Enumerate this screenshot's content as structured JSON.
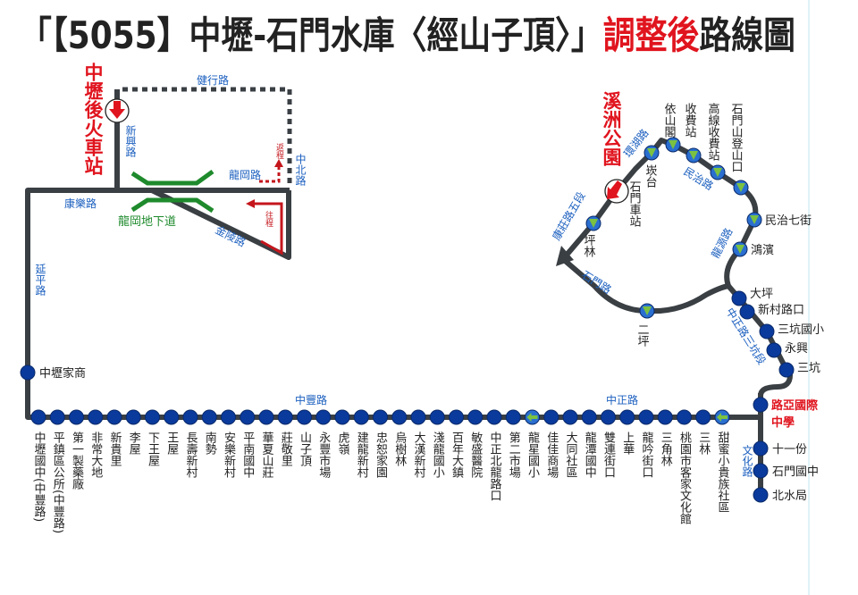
{
  "title": {
    "part1": "「【5055】中壢-石門水庫〈經山子頂〉」",
    "part2": "調整後",
    "part3": "路線圖"
  },
  "colors": {
    "route": "#3a3f44",
    "stop": "#0a3a9c",
    "loop_stop_green": "#7bc142",
    "red": "#e0141e",
    "road_label": "#1b5fbf",
    "underpass": "#1e8a2c"
  },
  "terminals": {
    "start": "中壢後火車站",
    "loop": "溪洲公園"
  },
  "roads": {
    "jianxing": "健行路",
    "xinxing": "新興路",
    "kangle": "康樂路",
    "longgang_underpass": "龍岡地下道",
    "longgang": "龍岡路",
    "zhongbei": "中北路",
    "jinling": "金陵路",
    "yanping": "延平路",
    "zhongfeng": "中豐路",
    "zhongzheng": "中正路",
    "wenhua": "文化路",
    "zhongzheng_sankeng": "中正路三坑段",
    "longyuan": "龍源路",
    "minzhi": "民治路",
    "huanhu": "環湖路",
    "kangzhuang5": "康莊路五段",
    "shimen": "石門路"
  },
  "direction": {
    "return": "返程",
    "outbound": "往程"
  },
  "left_stop": "中壢家商",
  "bottom_stops": [
    "中壢國中(中豐路)",
    "平鎮區公所(中豐路)",
    "第一製藥廠",
    "非常大地",
    "新貴里",
    "李屋",
    "下王屋",
    "王屋",
    "長壽新村",
    "南勢",
    "安樂新村",
    "平南國中",
    "華夏山莊",
    "莊敬里",
    "山子頂",
    "永豐市場",
    "虎嶺",
    "建龍新村",
    "忠恕家園",
    "烏樹林",
    "大漢新村",
    "淺龍國小",
    "百年大鎮",
    "敏盛醫院",
    "中正北龍路口",
    "第二市場",
    "龍星國小",
    "佳佳商場",
    "大同社區",
    "龍潭國中",
    "雙連街口",
    "上華",
    "龍吟街口",
    "三角林",
    "桃園市客家文化館",
    "三林",
    "甜蜜小貴族社區"
  ],
  "right_stops": [
    "路亞國際中學",
    "十一份",
    "石門國中",
    "北水局"
  ],
  "sankeng_stops": [
    "大坪",
    "新村路口",
    "三坑國小",
    "永興",
    "三坑"
  ],
  "loop_stops": [
    "鴻濱",
    "民治七街",
    "石門山登山口",
    "高線收費站",
    "收費站",
    "依山閣",
    "崁台",
    "石門車站",
    "坪林",
    "二坪"
  ]
}
